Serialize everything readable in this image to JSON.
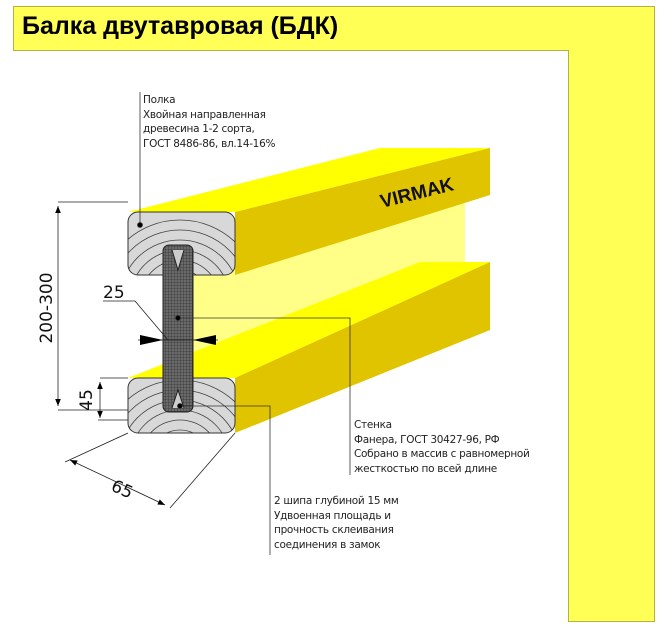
{
  "title": "Балка двутавровая (БДК)",
  "brand": "VIRMAK",
  "dimensions": {
    "height": "200-300",
    "web": "25",
    "flange_height": "45",
    "flange_width": "65"
  },
  "notes": {
    "flange": [
      "Полка",
      "Хвойная направленная",
      "древесина 1-2 сорта,",
      "ГОСТ 8486-86, вл.14-16%"
    ],
    "web": [
      "Стенка",
      "Фанера, ГОСТ 30427-96, РФ",
      "Собрано в массив с равномерной",
      "жесткостью по всей длине"
    ],
    "joint": [
      "2 шипа глубиной 15 мм",
      "Удвоенная площадь и",
      "прочность склеивания",
      "соединения в замок"
    ]
  },
  "colors": {
    "yellow": "#ffff00",
    "frame": "#ffff55",
    "side": "#e0c400"
  }
}
